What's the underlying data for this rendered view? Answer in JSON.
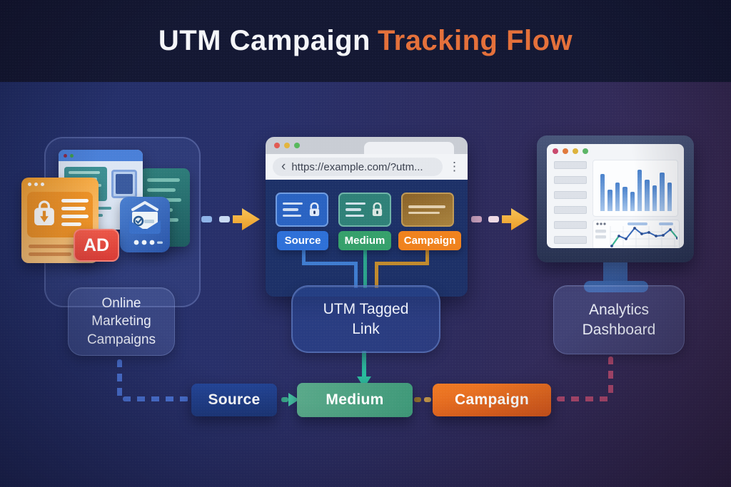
{
  "title": {
    "white": "UTM Campaign",
    "accent": "Tracking Flow",
    "accent_color": "#e4703a"
  },
  "left": {
    "label": "Online Marketing Campaigns",
    "ad_badge": "AD"
  },
  "middle": {
    "url": "https://example.com/?utm...",
    "back_icon": "‹",
    "menu_icon": "⋮",
    "params": [
      {
        "label": "Source",
        "chip_color": "#2e70d8",
        "card_color": "#2a63c2",
        "connector_color": "#3f7cd0"
      },
      {
        "label": "Medium",
        "chip_color": "#35a06b",
        "card_color": "#2f8178",
        "connector_color": "#2ba38c"
      },
      {
        "label": "Campaign",
        "chip_color": "#f0821d",
        "card_color": "#97722f",
        "connector_color": "#c08a2e"
      }
    ],
    "link_label": "UTM Tagged Link"
  },
  "right": {
    "label": "Analytics Dashboard"
  },
  "bottom_flow": {
    "items": [
      {
        "label": "Source",
        "color_start": "#24479c",
        "color_end": "#1b3575"
      },
      {
        "label": "Medium",
        "color_start": "#57a584",
        "color_end": "#3e9878"
      },
      {
        "label": "Campaign",
        "color_start": "#ef7b24",
        "color_end": "#d9571a"
      }
    ]
  },
  "monitor": {
    "bar_heights": [
      52,
      30,
      40,
      34,
      27,
      58,
      44,
      36,
      54,
      40
    ],
    "line_points": [
      [
        26,
        36
      ],
      [
        36,
        22
      ],
      [
        46,
        26
      ],
      [
        58,
        11
      ],
      [
        68,
        19
      ],
      [
        78,
        17
      ],
      [
        88,
        22
      ],
      [
        98,
        21
      ],
      [
        108,
        13
      ],
      [
        118,
        25
      ]
    ]
  },
  "colors": {
    "arrow_gold": "#f2ac34",
    "dash_blue": "#4b74d8",
    "dash_pink": "#b34a70",
    "dash_teal": "#3aa98c",
    "dash_tan": "#c79a4c"
  }
}
